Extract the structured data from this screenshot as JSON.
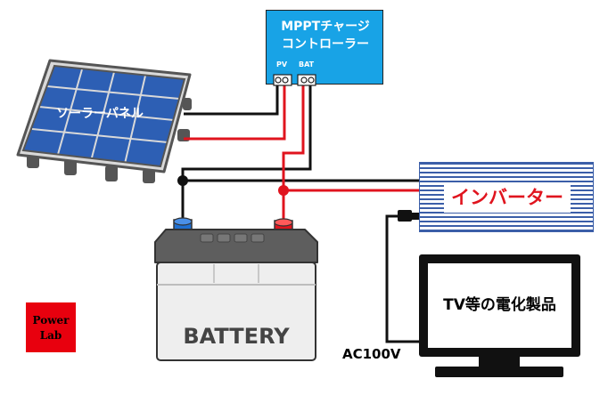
{
  "controller": {
    "title": "MPPTチャージ\nコントローラー",
    "pv_label": "PV",
    "bat_label": "BAT",
    "color": "#18a3e6"
  },
  "solar_panel": {
    "label": "ソーラーパネル",
    "color": "#2d5fb4"
  },
  "inverter": {
    "label": "インバーター",
    "label_color": "#e0141e",
    "stripe_color": "#3b5ea8"
  },
  "battery": {
    "label": "BATTERY",
    "positive_color": "#e0141e",
    "negative_color": "#1f6fd1"
  },
  "tv": {
    "label": "TV等の電化製品"
  },
  "ac_label": "AC100V",
  "logo": {
    "line1": "Power",
    "line2": "Lab",
    "color": "#e8000e"
  },
  "wires": {
    "positive_color": "#e0141e",
    "negative_color": "#111111"
  }
}
